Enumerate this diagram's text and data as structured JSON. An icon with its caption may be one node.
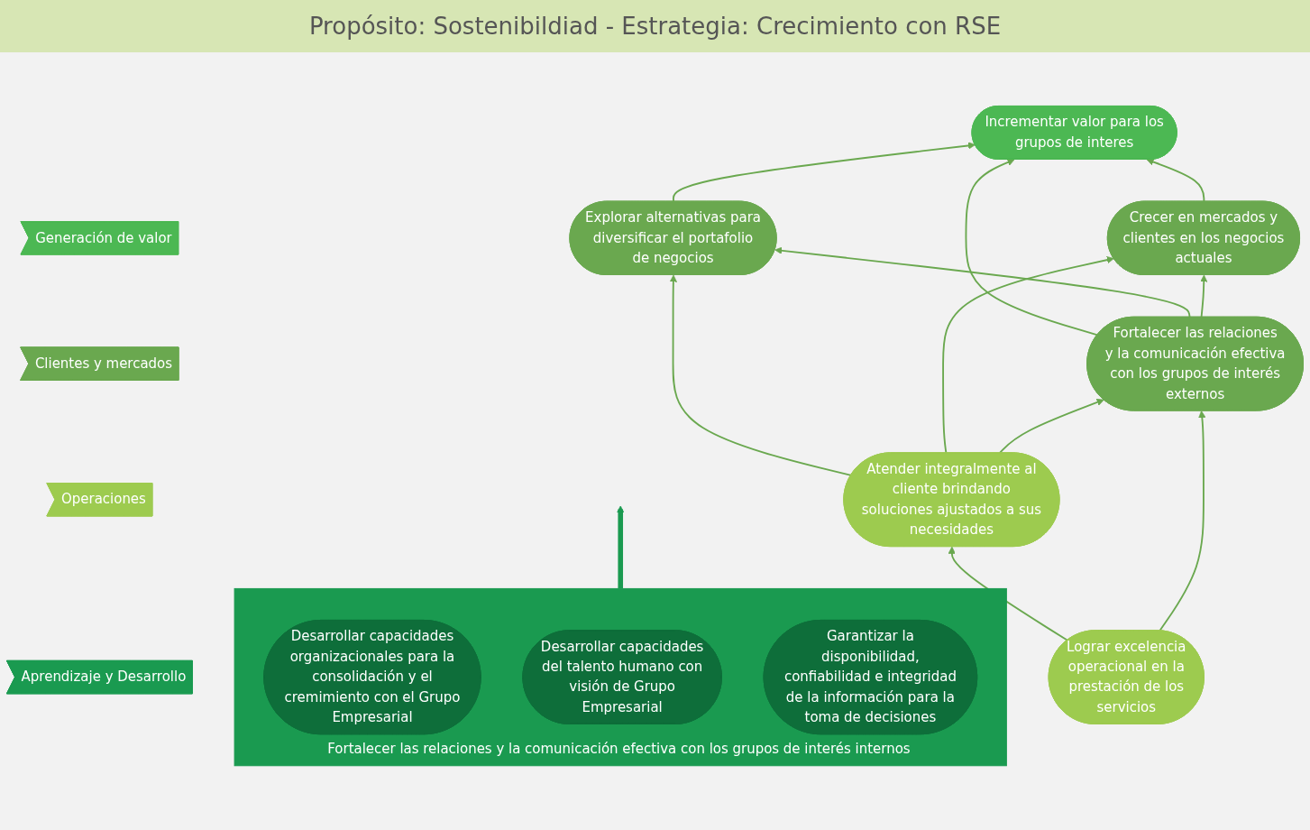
{
  "diagram": {
    "title": "Propósito: Sostenibildiad - Estrategia: Crecimiento con RSE",
    "nodes": [
      {
        "text": [
          "Generación de valor"
        ]
      },
      {
        "text": [
          "Incrementar valor para los grupos de interes"
        ]
      },
      {
        "text": [
          "Clientes y mercados"
        ]
      },
      {
        "text": [
          "Explorar alternativas para diversificar el portafolio de negocios"
        ]
      },
      {
        "text": [
          "Crecer en mercados y clientes en los negocios actuales"
        ]
      },
      {
        "text": [
          "Fortalecer las relaciones y la comunicación efectiva con los grupos de interés externos"
        ]
      },
      {
        "text": [
          "Operaciones"
        ]
      },
      {
        "text": [
          "Atender integralmente al cliente brindando soluciones ajustados a sus necesidades"
        ]
      },
      {
        "text": [
          "Lograr excelencia operacional en la prestación de los servicios"
        ]
      },
      {
        "text": [
          "Aprendizaje y Desarrollo"
        ]
      },
      {
        "text": [
          "Fortalecer las relaciones y la comunicación efectiva con los grupos de interés internos"
        ]
      },
      {
        "text": [
          "Desarrollar capacidades organizacionales para la consolidación y el cremimiento con el Grupo Empresarial"
        ],
        "in": 10
      },
      {
        "text": [
          "Desarrollar capacidades del talento humano con visión de Grupo Empresarial"
        ],
        "in": 10
      },
      {
        "text": [
          "Garantizar la disponibilidad, confiabilidad e integridad de la información para la toma de decisiones"
        ],
        "in": 10
      }
    ],
    "edges": [
      {
        "from": 3,
        "to": 1,
        "arrow": "to"
      },
      {
        "from": 4,
        "to": 1,
        "arrow": "to"
      },
      {
        "from": 5,
        "to": 1,
        "arrow": "to"
      },
      {
        "from": 5,
        "to": 3,
        "arrow": "to"
      },
      {
        "from": 5,
        "to": 4,
        "arrow": "to"
      },
      {
        "from": 7,
        "to": 3,
        "arrow": "to"
      },
      {
        "from": 7,
        "to": 4,
        "arrow": "to"
      },
      {
        "from": 7,
        "to": 5,
        "arrow": "to"
      },
      {
        "from": 8,
        "to": 7,
        "arrow": "to"
      },
      {
        "from": 8,
        "to": 5,
        "arrow": "to"
      },
      {
        "from": 10,
        "to": null,
        "arrow": "to",
        "style": "thick"
      }
    ]
  }
}
